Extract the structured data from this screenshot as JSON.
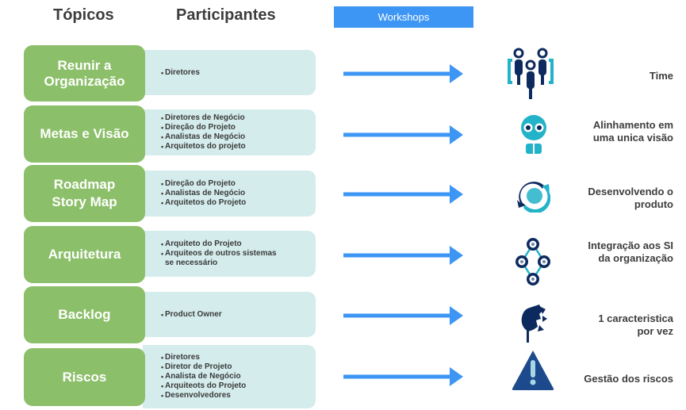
{
  "headers": {
    "topics": "Tópicos",
    "participants": "Participantes",
    "workshops": "Workshops"
  },
  "colors": {
    "topic_green": "#8cbf6a",
    "participant_bg": "#d5ecec",
    "arrow_blue": "#3e96f4",
    "icon_navy": "#0d2a5e",
    "icon_cyan": "#22b3c9"
  },
  "rows": [
    {
      "topic": [
        "Reunir a",
        "Organização"
      ],
      "participants": [
        "Diretores"
      ],
      "icon": "team-icon",
      "outcome": [
        "Time"
      ]
    },
    {
      "topic": [
        "Metas e Visão"
      ],
      "participants": [
        "Diretores de Negócio",
        "Direção do Projeto",
        "Analistas de Negócio",
        "Arquitetos do projeto"
      ],
      "icon": "vision-person-icon",
      "outcome": [
        "Alinhamento em",
        "uma unica visão"
      ]
    },
    {
      "topic": [
        "Roadmap",
        "Story Map"
      ],
      "participants": [
        "Direção do Projeto",
        "Analistas de Negócio",
        "Arquitetos do Projeto"
      ],
      "icon": "cycle-icon",
      "outcome": [
        "Desenvolvendo o",
        "produto"
      ]
    },
    {
      "topic": [
        "Arquitetura"
      ],
      "participants": [
        "Arquiteto do Projeto",
        "Arquiteos de outros sistemas",
        "se necessário"
      ],
      "icon": "network-icon",
      "outcome": [
        "Integração aos SI",
        "da organização"
      ]
    },
    {
      "topic": [
        "Backlog"
      ],
      "participants": [
        "Product Owner"
      ],
      "icon": "spotlight-icon",
      "outcome": [
        "1 caracteristica",
        "por vez"
      ]
    },
    {
      "topic": [
        "Riscos"
      ],
      "participants": [
        "Diretores",
        "Diretor de Projeto",
        "Analista de Negócio",
        "Arquiteots do Projeto",
        "Desenvolvedores"
      ],
      "icon": "warning-icon",
      "outcome": [
        "Gestão dos riscos"
      ]
    }
  ]
}
